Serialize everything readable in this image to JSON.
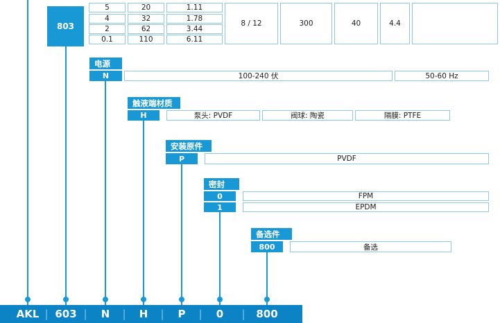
{
  "top_table": {
    "code": "803",
    "rows": [
      {
        "c1": "5",
        "c2": "20",
        "c3": "1.11"
      },
      {
        "c1": "4",
        "c2": "32",
        "c3": "1.78"
      },
      {
        "c1": "2",
        "c2": "62",
        "c3": "3.44"
      },
      {
        "c1": "0.1",
        "c2": "110",
        "c3": "6.11"
      }
    ],
    "merged": {
      "m1": "8 / 12",
      "m2": "300",
      "m3": "40",
      "m4": "4.4",
      "m5": ""
    }
  },
  "power": {
    "title": "电源",
    "code": "N",
    "voltage": "100-240 伏",
    "frequency": "50-60 Hz"
  },
  "material": {
    "title": "触液端材质",
    "code": "H",
    "head": "泵头: PVDF",
    "ball": "阀球: 陶瓷",
    "diaphragm": "隔膜: PTFE"
  },
  "mounting": {
    "title": "安装原件",
    "code": "P",
    "value": "PVDF"
  },
  "seal": {
    "title": "密封",
    "options": [
      {
        "code": "0",
        "label": "FPM"
      },
      {
        "code": "1",
        "label": "EPDM"
      }
    ]
  },
  "accessory": {
    "title": "备选件",
    "code": "800",
    "value": "备选"
  },
  "bottom_bar": {
    "segments": [
      "AKL",
      "603",
      "N",
      "H",
      "P",
      "0",
      "800"
    ],
    "separator": "|"
  },
  "colors": {
    "box_blue": "#1899d5",
    "bar_blue": "#0b83c4",
    "border_blue": "#8cc7e8"
  }
}
